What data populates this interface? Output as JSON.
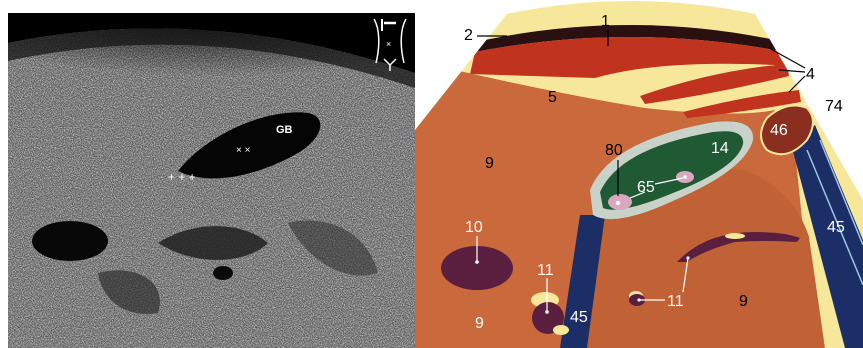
{
  "ultrasound": {
    "gb_label": "GB",
    "marker_text": "+ + +",
    "probe_icon": "body-probe-position-icon"
  },
  "diagram": {
    "labels": {
      "l1": "1",
      "l2": "2",
      "l4": "4",
      "l5": "5",
      "l74": "74",
      "l46": "46",
      "l9a": "9",
      "l80": "80",
      "l14": "14",
      "l65": "65",
      "l45a": "45",
      "l10": "10",
      "l11a": "11",
      "l11b": "11",
      "l9b": "9",
      "l45b": "45",
      "l9c": "9"
    }
  },
  "colors": {
    "fat_yellow": "#f6e79a",
    "liver": "#c9693c",
    "liver_dark": "#b85a30",
    "muscle": "#c0341f",
    "gallbladder": "#1f5a35",
    "gb_wall": "#c8d2c8",
    "vessel_blue": "#1c2e66",
    "vessel_purple": "#5a1f3f",
    "kidney_46": "#8a2e1f"
  }
}
